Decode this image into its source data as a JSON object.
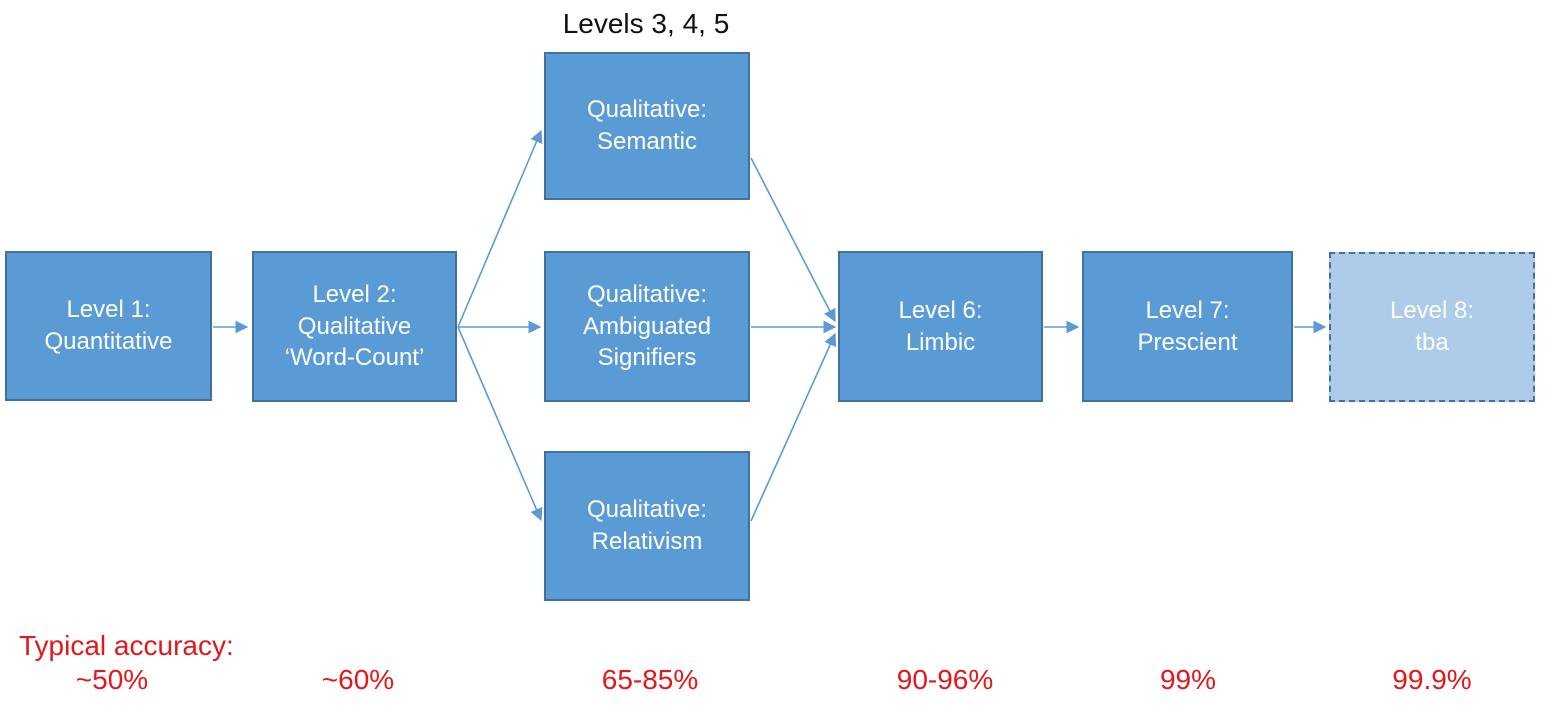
{
  "diagram": {
    "group_title": "Levels 3, 4, 5",
    "boxes": [
      {
        "id": "level-1",
        "label": "Level 1:\nQuantitative"
      },
      {
        "id": "level-2",
        "label": "Level 2:\nQualitative\n‘Word-Count’"
      },
      {
        "id": "semantic",
        "label": "Qualitative:\nSemantic"
      },
      {
        "id": "ambiguated",
        "label": "Qualitative:\nAmbiguated\nSignifiers"
      },
      {
        "id": "relativism",
        "label": "Qualitative:\nRelativism"
      },
      {
        "id": "level-6",
        "label": "Level 6:\nLimbic"
      },
      {
        "id": "level-7",
        "label": "Level 7:\nPrescient"
      },
      {
        "id": "level-8",
        "label": "Level 8:\ntba"
      }
    ],
    "accuracy": {
      "label": "Typical accuracy:",
      "values": [
        "~50%",
        "~60%",
        "65-85%",
        "90-96%",
        "99%",
        "99.9%"
      ]
    },
    "colors": {
      "box_fill": "#5b9bd5",
      "box_border": "#41719c",
      "level8_fill": "#aecbea",
      "arrow": "#5b9bd5",
      "accuracy_text": "#e2191c"
    }
  }
}
